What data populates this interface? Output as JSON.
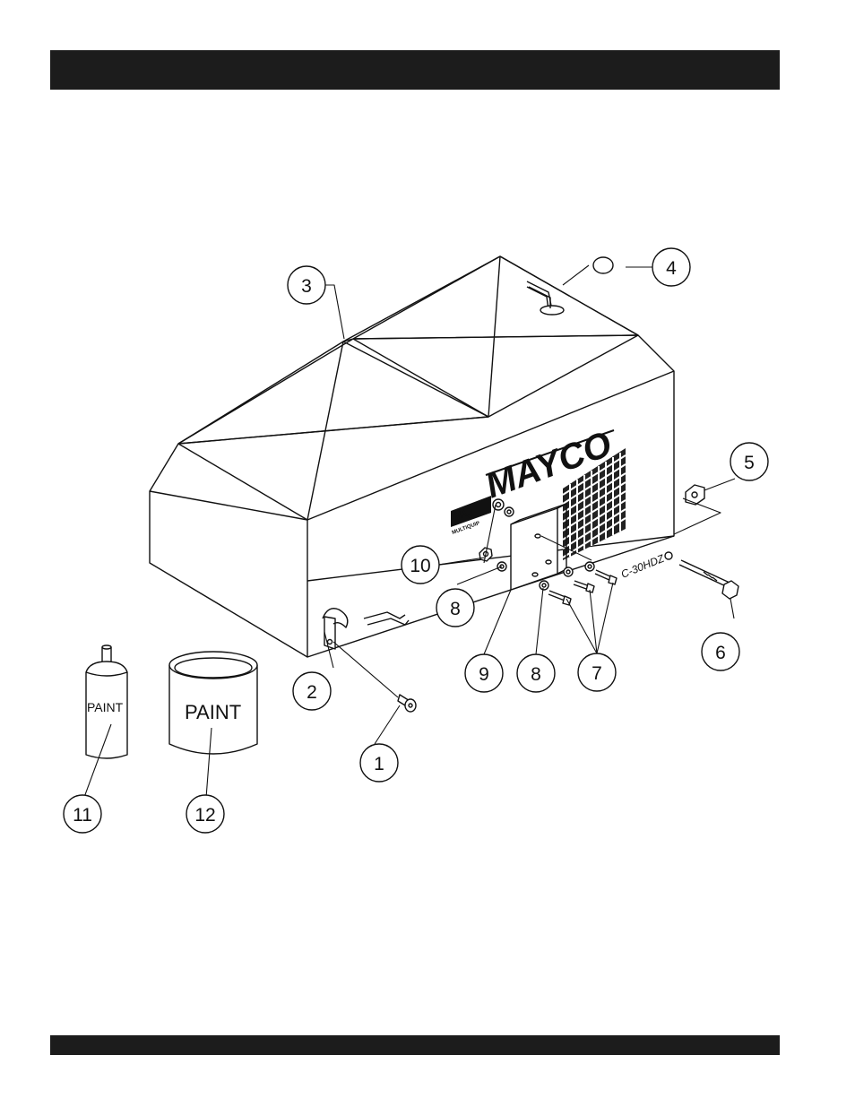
{
  "header_bar": "",
  "footer_bar": "",
  "brand": {
    "logo_letters": "MQ",
    "logo_sub": "MULTIQUIP",
    "name": "MAYCO",
    "model": "C-30HDZ"
  },
  "paint_labels": {
    "spray_can": "PAINT",
    "paint_can": "PAINT"
  },
  "callouts": {
    "c1": "1",
    "c2": "2",
    "c3": "3",
    "c4": "4",
    "c5": "5",
    "c6": "6",
    "c7": "7",
    "c8a": "8",
    "c8b": "8",
    "c9": "9",
    "c10": "10",
    "c11": "11",
    "c12": "12"
  },
  "colors": {
    "ink": "#111111",
    "bar": "#1c1c1c",
    "paper": "#ffffff"
  }
}
